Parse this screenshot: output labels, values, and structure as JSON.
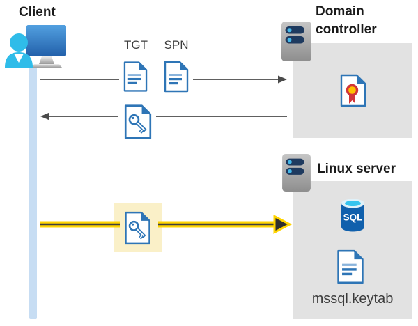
{
  "diagram": {
    "client": {
      "label": "Client"
    },
    "domain_controller": {
      "label": "Domain controller"
    },
    "linux_server": {
      "label": "Linux server"
    },
    "messages": {
      "tgt": "TGT",
      "spn": "SPN"
    },
    "sql_icon_label": "SQL",
    "keytab_file_label": "mssql.keytab"
  },
  "colors": {
    "doc_blue": "#2E75B6",
    "doc_blue_light": "#8AB4DC",
    "cert_red": "#D13438",
    "seal_gold": "#FFC000",
    "sql_blue": "#1060AC",
    "sql_cyan": "#35C4EE",
    "server_navy": "#1E3A5F",
    "timeline_blue": "#C7DDF3",
    "panel_gray": "#E2E2E2",
    "highlight_cream": "#FAF0C8",
    "arrow_gray": "#4A4A4A",
    "kerberos_yellow": "#FFD400",
    "accent_cyan": "#2FBCE9"
  }
}
